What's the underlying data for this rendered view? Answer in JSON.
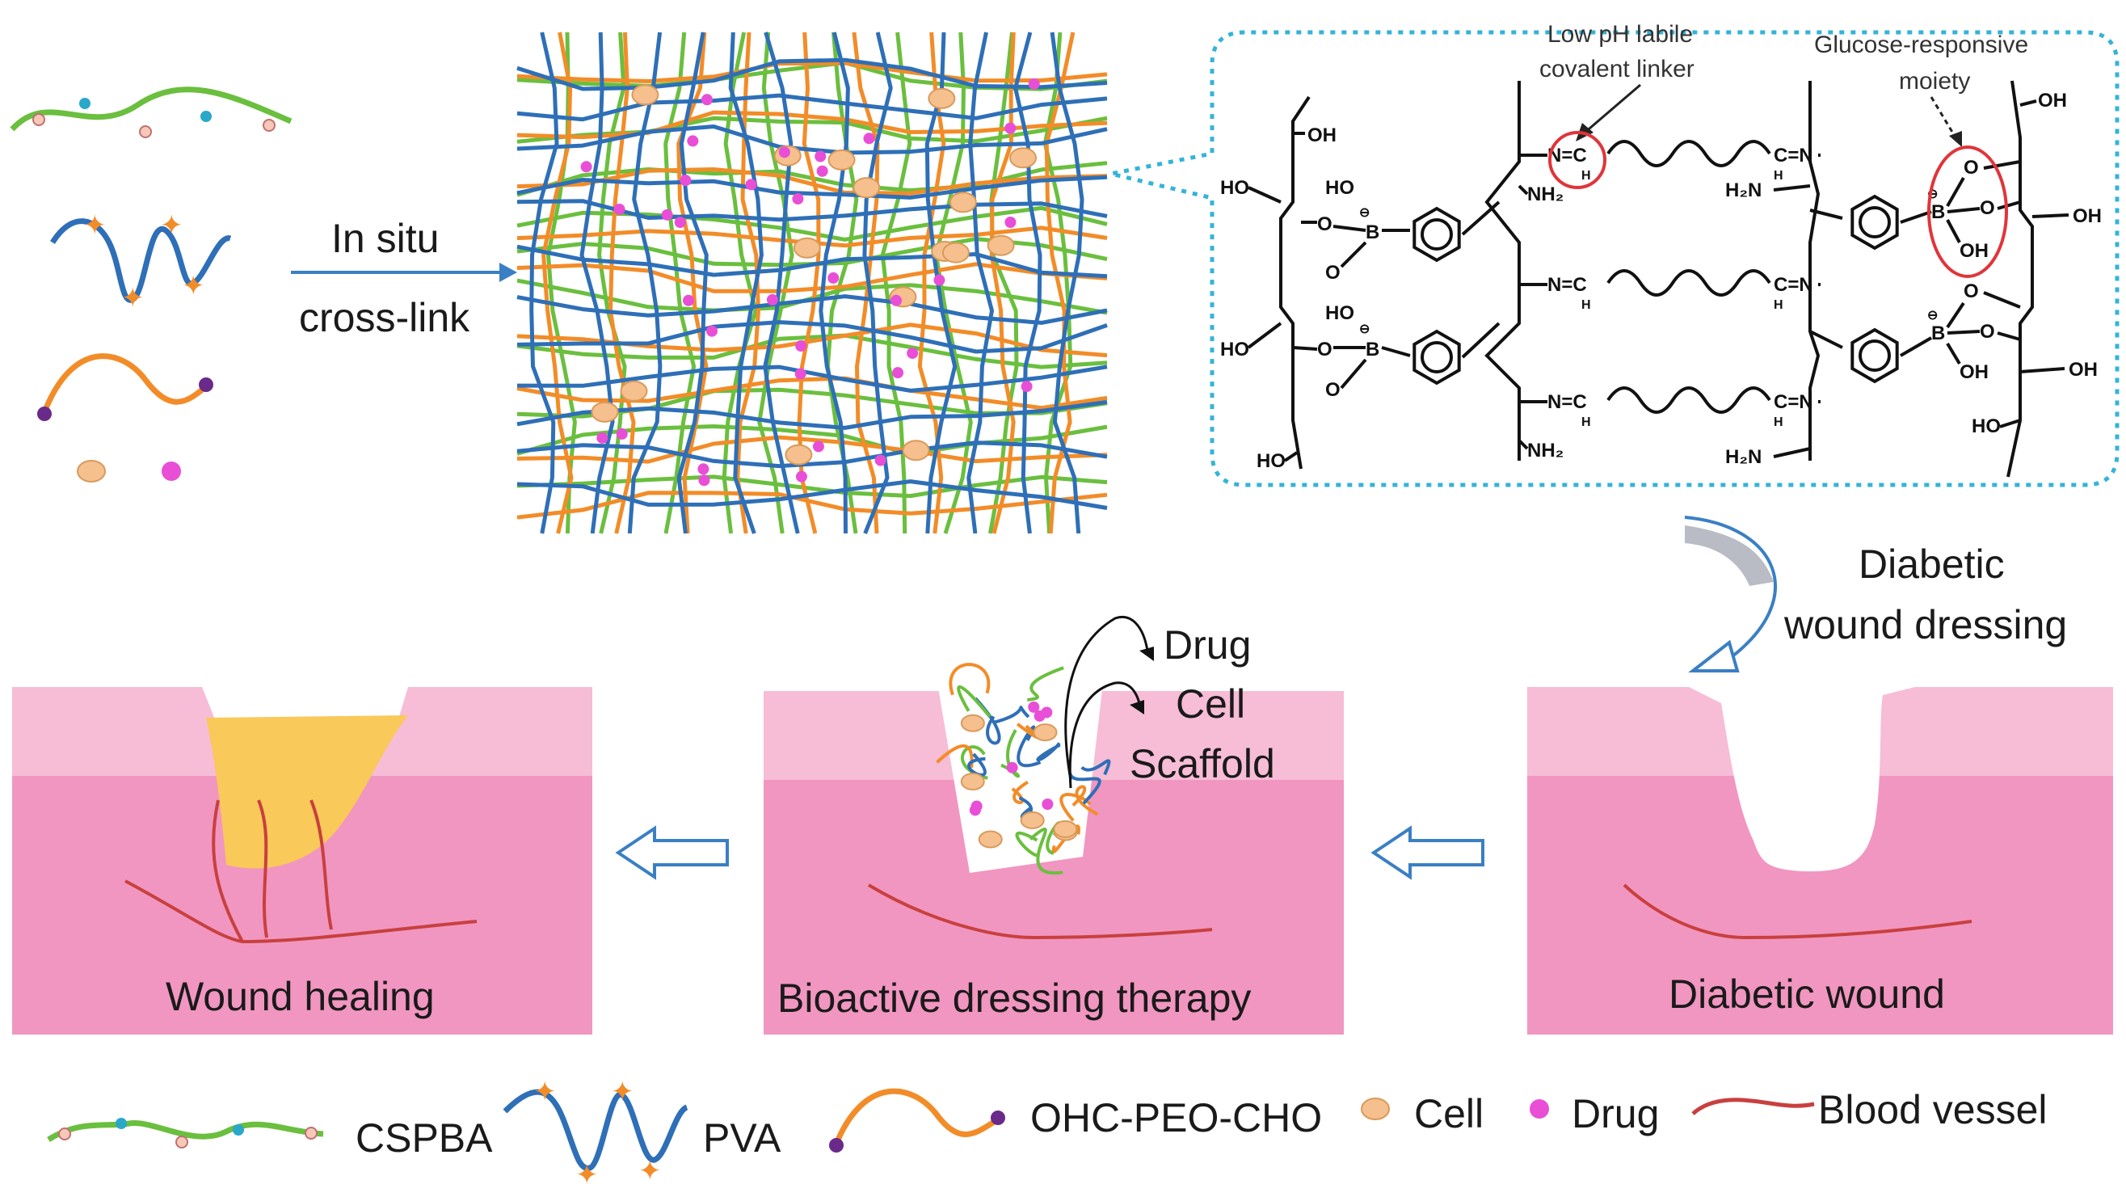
{
  "colors": {
    "csbpa_chain": "#6abf3e",
    "pva_chain": "#2e6fb7",
    "peo_chain": "#f28c28",
    "cell": "#f5c08e",
    "drug": "#e84fd6",
    "vessel": "#c8403e",
    "skin_top": "#f7bcd6",
    "skin_bottom": "#f196c0",
    "healing_fill": "#f9c95a",
    "callout_border": "#34b3d8",
    "arrow_outline": "#3a7fc4",
    "red_circle": "#e0353a"
  },
  "crosslink": {
    "line1": "In situ",
    "line2": "cross-link"
  },
  "callout": {
    "annotation_ph": {
      "line1": "Low pH labile",
      "line2": "covalent linker"
    },
    "annotation_glucose": {
      "line1": "Glucose-responsive",
      "line2": "moiety"
    }
  },
  "chemistry": {
    "oh": "OH",
    "ho": "HO",
    "o": "O",
    "b": "B",
    "nh2": "NH₂",
    "h2n": "H₂N",
    "imine_left": "N=C",
    "imine_right": "C=N",
    "h": "H",
    "minus": "⊖"
  },
  "diabetic_dressing": {
    "line1": "Diabetic",
    "line2": "wound dressing"
  },
  "release": {
    "drug": "Drug",
    "cell": "Cell",
    "scaffold": "Scaffold"
  },
  "panels": {
    "healing": "Wound healing",
    "therapy": "Bioactive dressing therapy",
    "diabetic": "Diabetic wound"
  },
  "legend": {
    "csbpa": "CSPBA",
    "pva": "PVA",
    "peo": "OHC-PEO-CHO",
    "cell": "Cell",
    "drug": "Drug",
    "vessel": "Blood vessel"
  }
}
